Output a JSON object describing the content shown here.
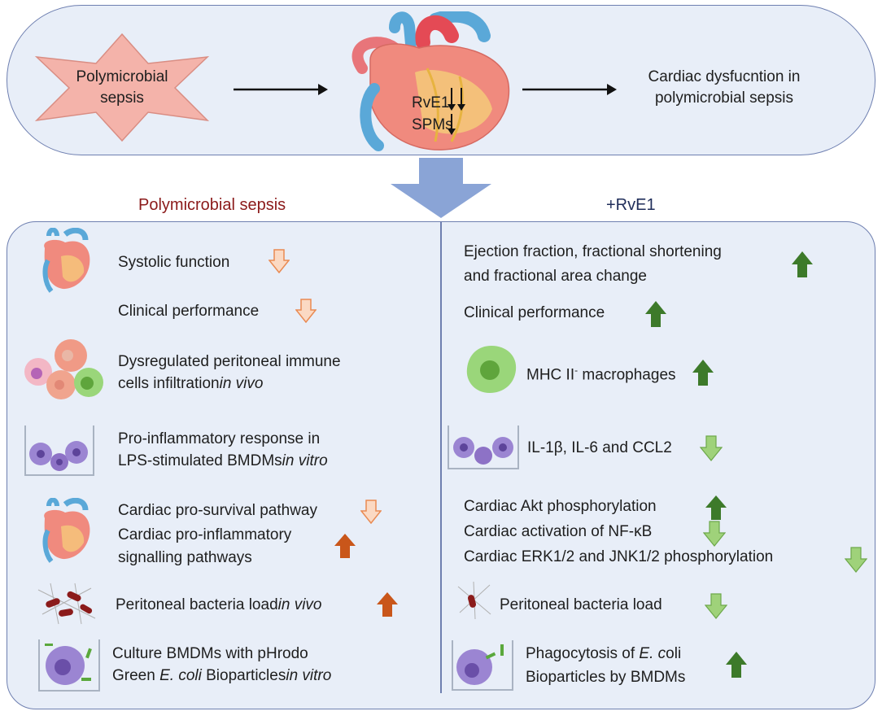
{
  "top": {
    "star_label": "Polymicrobial\nsepsis",
    "heart_rve1": "RvE1",
    "heart_spms": "SPMs",
    "outcome": "Cardiac dysfucntion in\npolymicrobial sepsis"
  },
  "left": {
    "title": "Polymicrobial sepsis",
    "items": [
      {
        "text": "Systolic function",
        "arrow": "down-light-orange"
      },
      {
        "text": "Clinical performance",
        "arrow": "down-light-orange"
      },
      {
        "line1": "Dysregulated peritoneal immune",
        "line2a": "cells infiltration",
        "line2b": "in vivo"
      },
      {
        "line1": "Pro-inflammatory response in",
        "line2a": "LPS-stimulated BMDMs",
        "line2b": "in vitro"
      },
      {
        "line1": "Cardiac pro-survival pathway",
        "line2": "Cardiac pro-inflammatory",
        "line3": "signalling pathways"
      },
      {
        "texta": "Peritoneal bacteria load",
        "textb": "in vivo"
      },
      {
        "line1": "Culture BMDMs with pHrodo",
        "line2a": "Green ",
        "line2b": "E. coli",
        "line2c": " Bioparticles",
        "line2d": "in vitro"
      }
    ]
  },
  "right": {
    "title": "+RvE1",
    "items": [
      {
        "line1": "Ejection fraction, fractional shortening",
        "line2": "and fractional area change"
      },
      {
        "text": "Clinical performance"
      },
      {
        "texta": "MHC II",
        "sup": "-",
        "textb": " macrophages"
      },
      {
        "text": "IL-1β, IL-6 and CCL2"
      },
      {
        "line1": "Cardiac Akt phosphorylation",
        "line2": "Cardiac activation of NF-κB",
        "line3": "Cardiac ERK1/2 and JNK1/2 phosphorylation"
      },
      {
        "text": "Peritoneal bacteria load"
      },
      {
        "line1a": "Phagocytosis of ",
        "line1b": "E. c",
        "line1c": "oli",
        "line2": "Bioparticles by BMDMs"
      }
    ]
  },
  "colors": {
    "box_fill": "#e8eef8",
    "box_stroke": "#6e7fb0",
    "arrow_down_light": "#f5b58a",
    "arrow_up_dark_orange": "#c9561a",
    "arrow_up_green": "#3d7a2a",
    "arrow_down_light_green": "#9fd27a",
    "big_arrow": "#8aa4d6"
  }
}
